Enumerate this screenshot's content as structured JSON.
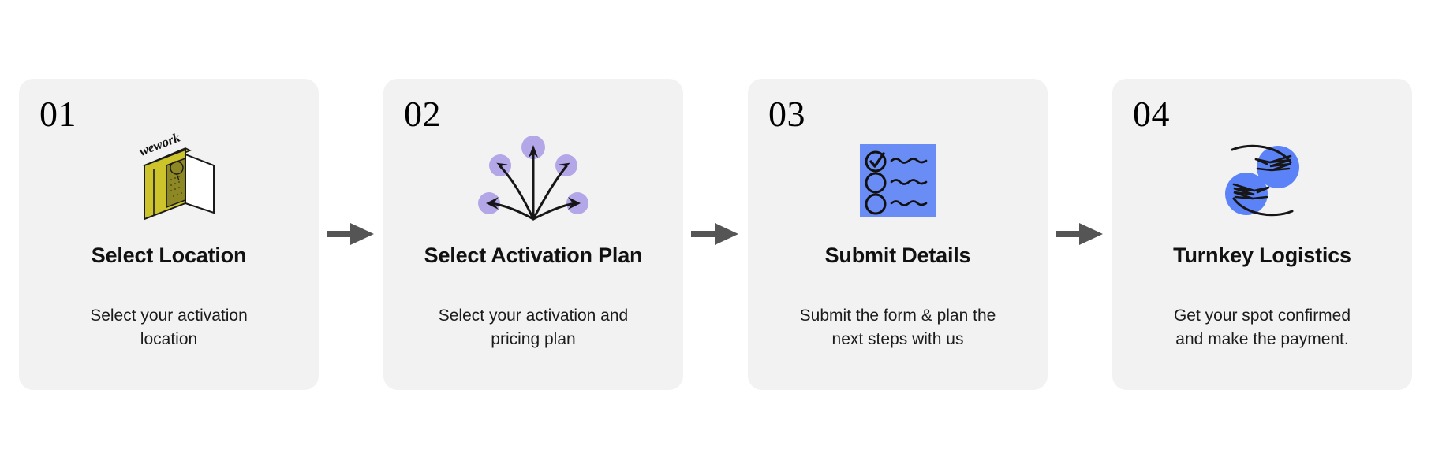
{
  "page": {
    "background_color": "#ffffff",
    "card_background_color": "#f2f2f2",
    "arrow_color": "#555555"
  },
  "steps": [
    {
      "number": "01",
      "title": "Select Location",
      "description": "Select your activation location",
      "icon_name": "wework-door-icon",
      "icon_label": "wework",
      "icon_color": "#ccc42a"
    },
    {
      "number": "02",
      "title": "Select Activation Plan",
      "description": "Select your activation and pricing plan",
      "icon_name": "radiating-arrows-icon",
      "icon_label": "",
      "icon_color": "#b4a7e8"
    },
    {
      "number": "03",
      "title": "Submit Details",
      "description": "Submit the form & plan the next steps with us",
      "icon_name": "checklist-form-icon",
      "icon_label": "",
      "icon_color": "#6a8cf5"
    },
    {
      "number": "04",
      "title": "Turnkey Logistics",
      "description": "Get your spot confirmed and make the payment.",
      "icon_name": "handshake-circles-icon",
      "icon_label": "",
      "icon_color": "#5b83f7"
    }
  ],
  "connectors": [
    {
      "name": "arrow-1-to-2",
      "glyph": "arrow-right-icon"
    },
    {
      "name": "arrow-2-to-3",
      "glyph": "arrow-right-icon"
    },
    {
      "name": "arrow-3-to-4",
      "glyph": "arrow-right-icon"
    }
  ]
}
